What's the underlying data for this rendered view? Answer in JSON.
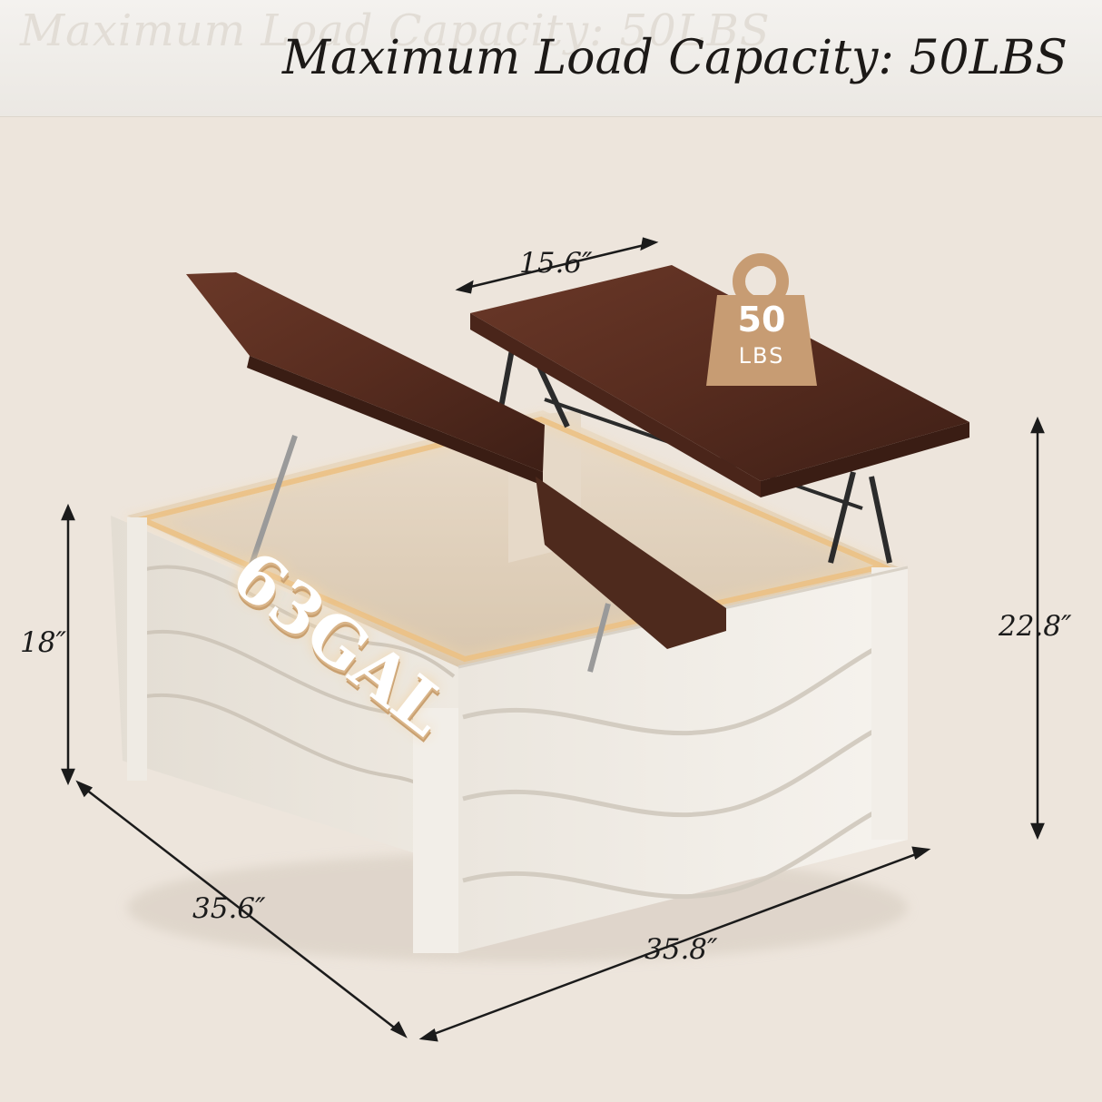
{
  "header": {
    "title": "Maximum Load Capacity: 50LBS",
    "ghost_title": "Maximum Load Capacity: 50LBS"
  },
  "badge": {
    "value": "50",
    "unit": "LBS",
    "icon": "weight-icon"
  },
  "capacity_label": "63GAL",
  "dimensions": {
    "lift_top_width": "15.6″",
    "base_height": "18″",
    "lifted_height": "22.8″",
    "depth": "35.6″",
    "width": "35.8″"
  },
  "colors": {
    "background": "#ede5dc",
    "wood": "#5a2f22",
    "body": "#f4f1ec",
    "badge": "#c79c73",
    "glow": "#e8b878"
  }
}
